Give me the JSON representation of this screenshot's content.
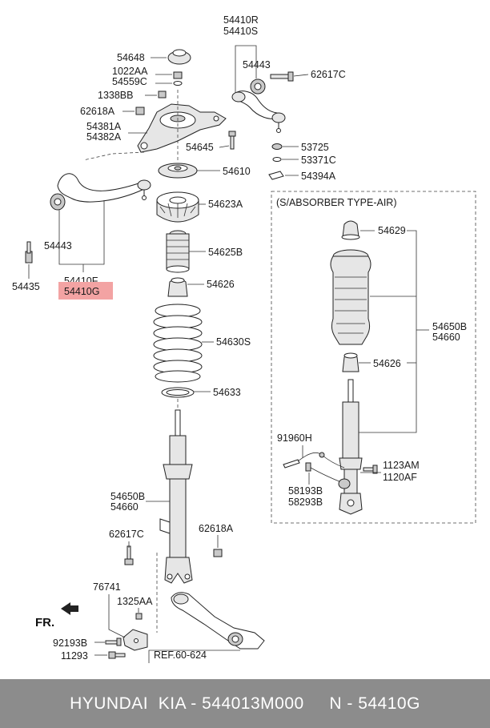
{
  "diagram": {
    "section_title": "(S/ABSORBER TYPE-AIR)",
    "direction_label": "FR.",
    "reference_label": "REF.60-624",
    "highlight_color": "#f3a3a3",
    "labels": {
      "l54410R": "54410R",
      "l54410S": "54410S",
      "l54648": "54648",
      "l1022AA": "1022AA",
      "l54559C": "54559C",
      "l54443top": "54443",
      "l62617Ctop": "62617C",
      "l1338BB": "1338BB",
      "l62618Atop": "62618A",
      "l54381A": "54381A",
      "l54382A": "54382A",
      "l54645": "54645",
      "l53725": "53725",
      "l53371C": "53371C",
      "l54394A": "54394A",
      "l54610": "54610",
      "l54623A": "54623A",
      "l54443left": "54443",
      "l54625B": "54625B",
      "l54435": "54435",
      "l54410F": "54410F",
      "l54410G": "54410G",
      "l54626": "54626",
      "l54630S": "54630S",
      "l54633": "54633",
      "l54650B": "54650B",
      "l54660": "54660",
      "l62617Cbot": "62617C",
      "l62618Abot": "62618A",
      "l76741": "76741",
      "l1325AA": "1325AA",
      "l92193B": "92193B",
      "l11293": "11293",
      "l54629": "54629",
      "l54650Bair": "54650B",
      "l54660air": "54660",
      "l54626air": "54626",
      "l91960H": "91960H",
      "l1123AM": "1123AM",
      "l1120AF": "1120AF",
      "l58193B": "58193B",
      "l58293B": "58293B"
    }
  },
  "footer": {
    "text": "HYUNDAI  KIA - 544013M000     N - 54410G"
  }
}
